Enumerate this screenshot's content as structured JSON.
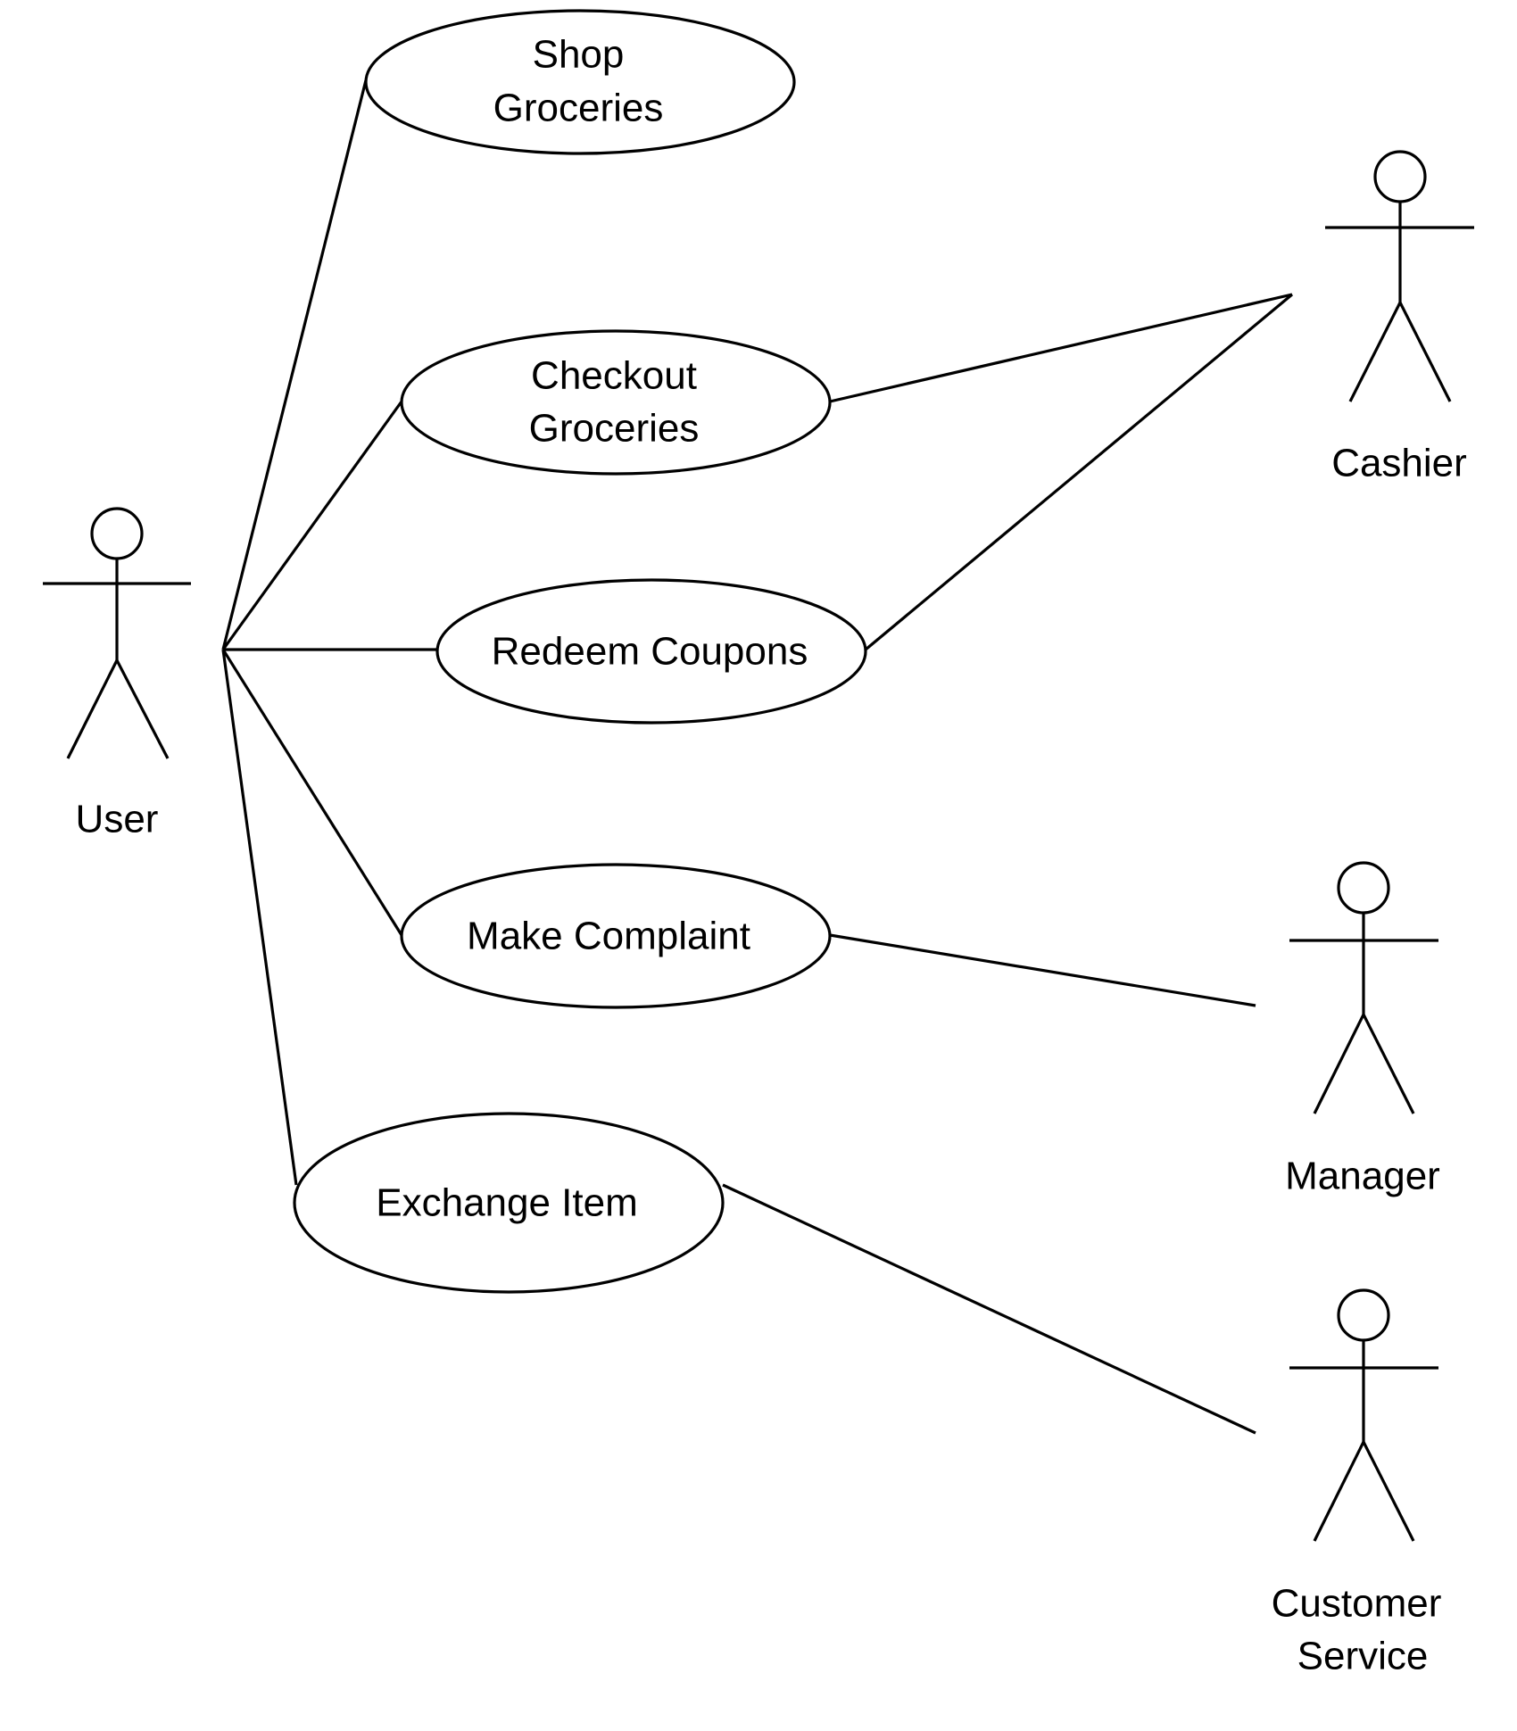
{
  "actors": {
    "user": {
      "label": "User"
    },
    "cashier": {
      "label": "Cashier"
    },
    "manager": {
      "label": "Manager"
    },
    "customer_service": {
      "label_line1": "Customer",
      "label_line2": "Service"
    }
  },
  "use_cases": {
    "shop_groceries": {
      "line1": "Shop",
      "line2": "Groceries"
    },
    "checkout_groceries": {
      "line1": "Checkout",
      "line2": "Groceries"
    },
    "redeem_coupons": {
      "label": "Redeem Coupons"
    },
    "make_complaint": {
      "label": "Make Complaint"
    },
    "exchange_item": {
      "label": "Exchange Item"
    }
  }
}
